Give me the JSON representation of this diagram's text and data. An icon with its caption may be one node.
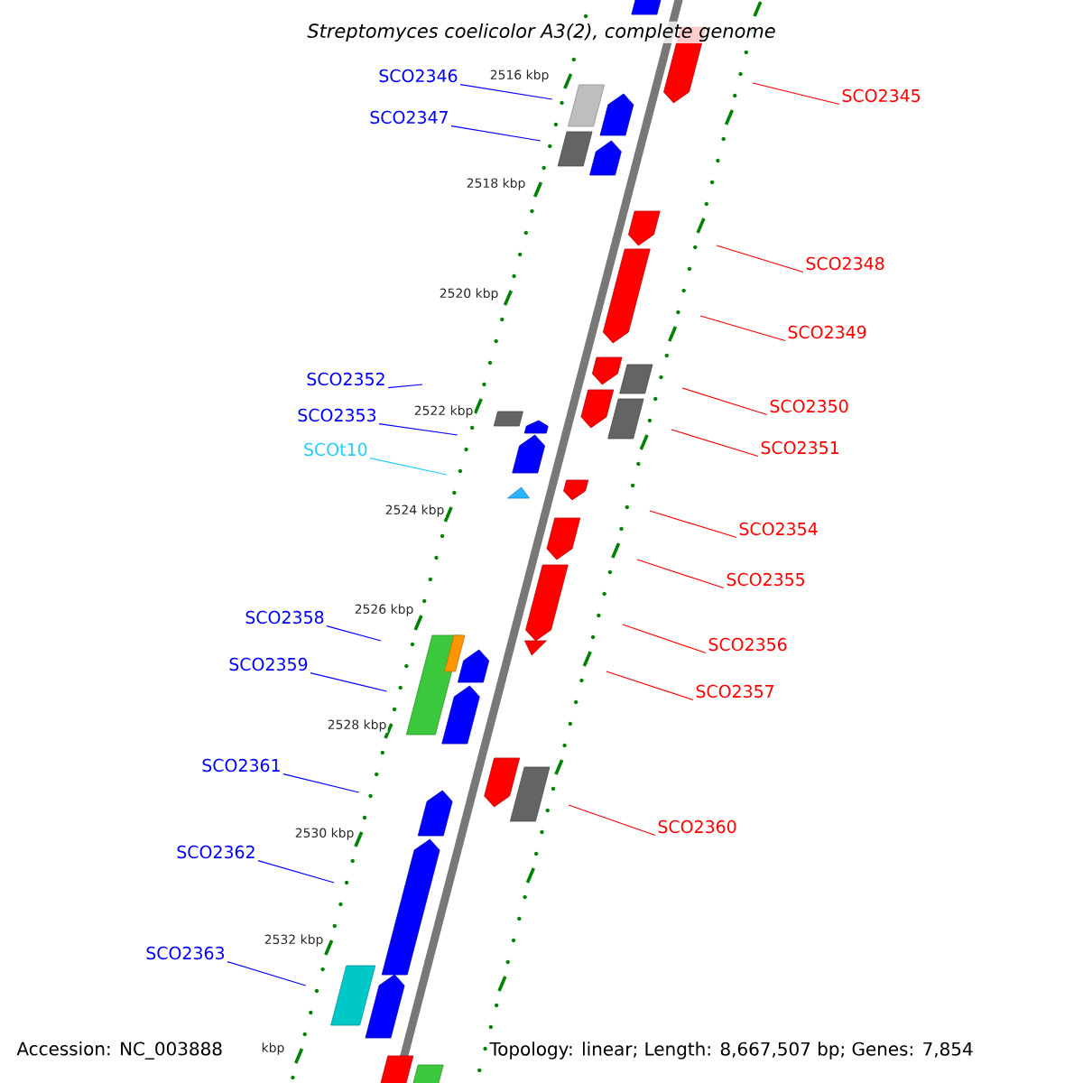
{
  "diagram": {
    "title": "Streptomyces coelicolor A3(2), complete genome",
    "nodes": [
      {
        "text": [
          "SCO2346"
        ]
      },
      {
        "text": [
          "SCO2345"
        ]
      },
      {
        "text": [
          "SCO2347"
        ]
      },
      {
        "text": [
          "SCO2348"
        ]
      },
      {
        "text": [
          "SCO2349"
        ]
      },
      {
        "text": [
          "SCO2352"
        ]
      },
      {
        "text": [
          "SCO2350"
        ]
      },
      {
        "text": [
          "SCO2353"
        ]
      },
      {
        "text": [
          "SCO2351"
        ]
      },
      {
        "text": [
          "SCOt10"
        ]
      },
      {
        "text": [
          "SCO2354"
        ]
      },
      {
        "text": [
          "SCO2355"
        ]
      },
      {
        "text": [
          "SCO2358"
        ]
      },
      {
        "text": [
          "SCO2356"
        ]
      },
      {
        "text": [
          "SCO2359"
        ]
      },
      {
        "text": [
          "SCO2357"
        ]
      },
      {
        "text": [
          "SCO2361"
        ]
      },
      {
        "text": [
          "SCO2360"
        ]
      },
      {
        "text": [
          "SCO2362"
        ]
      },
      {
        "text": [
          "SCO2363"
        ]
      }
    ],
    "edges": [
      {
        "from": 0,
        "to": null,
        "arrow": "none",
        "color": "#0000ff"
      },
      {
        "from": 1,
        "to": null,
        "arrow": "none",
        "color": "#ff0000"
      },
      {
        "from": 2,
        "to": null,
        "arrow": "none",
        "color": "#0000ff"
      },
      {
        "from": 3,
        "to": null,
        "arrow": "none",
        "color": "#ff0000"
      },
      {
        "from": 4,
        "to": null,
        "arrow": "none",
        "color": "#ff0000"
      },
      {
        "from": 5,
        "to": null,
        "arrow": "none",
        "color": "#0000ff"
      },
      {
        "from": 6,
        "to": null,
        "arrow": "none",
        "color": "#ff0000"
      },
      {
        "from": 7,
        "to": null,
        "arrow": "none",
        "color": "#0000ff"
      },
      {
        "from": 8,
        "to": null,
        "arrow": "none",
        "color": "#ff0000"
      },
      {
        "from": 9,
        "to": null,
        "arrow": "none",
        "color": "#22ccff"
      },
      {
        "from": 10,
        "to": null,
        "arrow": "none",
        "color": "#ff0000"
      },
      {
        "from": 11,
        "to": null,
        "arrow": "none",
        "color": "#ff0000"
      },
      {
        "from": 12,
        "to": null,
        "arrow": "none",
        "color": "#0000ff"
      },
      {
        "from": 13,
        "to": null,
        "arrow": "none",
        "color": "#ff0000"
      },
      {
        "from": 14,
        "to": null,
        "arrow": "none",
        "color": "#0000ff"
      },
      {
        "from": 15,
        "to": null,
        "arrow": "none",
        "color": "#ff0000"
      },
      {
        "from": 16,
        "to": null,
        "arrow": "none",
        "color": "#0000ff"
      },
      {
        "from": 17,
        "to": null,
        "arrow": "none",
        "color": "#ff0000"
      },
      {
        "from": 18,
        "to": null,
        "arrow": "none",
        "color": "#0000ff"
      },
      {
        "from": 19,
        "to": null,
        "arrow": "none",
        "color": "#0000ff"
      }
    ],
    "labels": [
      "2516 kbp",
      "2518 kbp",
      "2520 kbp",
      "2522 kbp",
      "2524 kbp",
      "2526 kbp",
      "2528 kbp",
      "2530 kbp",
      "2532 kbp",
      "Accession: NC_003888",
      "kbp",
      "Topology: linear; Length: 8,667,507 bp; Genes: 7,854"
    ]
  }
}
